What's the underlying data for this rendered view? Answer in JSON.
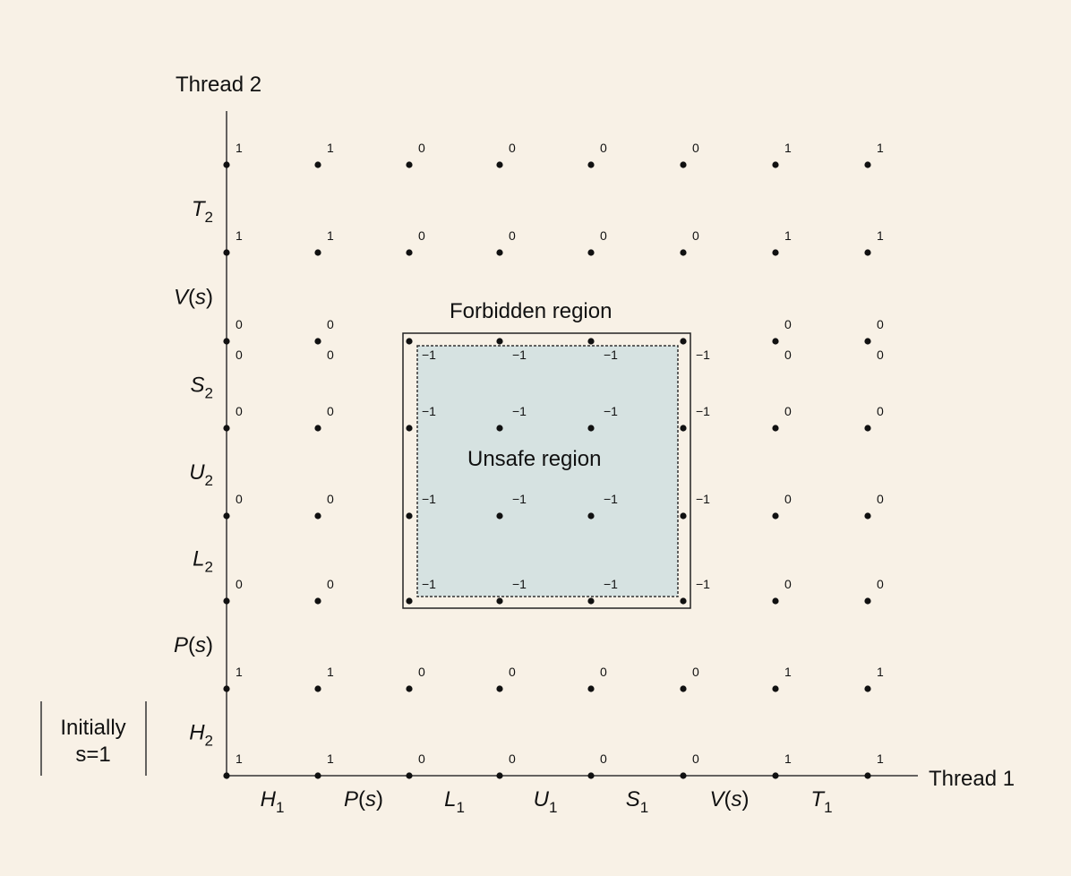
{
  "axes": {
    "x_title": "Thread 1",
    "y_title": "Thread 2",
    "x_ticks": [
      {
        "letter": "H",
        "sub": "1"
      },
      {
        "parts": [
          "P",
          "(",
          "s",
          ")"
        ]
      },
      {
        "letter": "L",
        "sub": "1"
      },
      {
        "letter": "U",
        "sub": "1"
      },
      {
        "letter": "S",
        "sub": "1"
      },
      {
        "parts": [
          "V",
          "(",
          "s",
          ")"
        ]
      },
      {
        "letter": "T",
        "sub": "1"
      }
    ],
    "y_ticks": [
      {
        "letter": "H",
        "sub": "2"
      },
      {
        "parts": [
          "P",
          "(",
          "s",
          ")"
        ]
      },
      {
        "letter": "L",
        "sub": "2"
      },
      {
        "letter": "U",
        "sub": "2"
      },
      {
        "letter": "S",
        "sub": "2"
      },
      {
        "parts": [
          "V",
          "(",
          "s",
          ")"
        ]
      },
      {
        "letter": "T",
        "sub": "2"
      }
    ]
  },
  "grid_values": [
    [
      "1",
      "1",
      "0",
      "0",
      "0",
      "0",
      "1",
      "1"
    ],
    [
      "1",
      "1",
      "0",
      "0",
      "0",
      "0",
      "1",
      "1"
    ],
    [
      "0",
      "0",
      "",
      "",
      "",
      "",
      "0",
      "0"
    ],
    [
      "0",
      "0",
      "−1",
      "−1",
      "−1",
      "−1",
      "0",
      "0"
    ],
    [
      "0",
      "0",
      "−1",
      "−1",
      "−1",
      "−1",
      "0",
      "0"
    ],
    [
      "0",
      "0",
      "−1",
      "−1",
      "−1",
      "−1",
      "0",
      "0"
    ],
    [
      "0",
      "0",
      "−1",
      "−1",
      "−1",
      "−1",
      "0",
      "0"
    ],
    [
      "1",
      "1",
      "0",
      "0",
      "0",
      "0",
      "1",
      "1"
    ],
    [
      "1",
      "1",
      "0",
      "0",
      "0",
      "0",
      "1",
      "1"
    ]
  ],
  "regions": {
    "forbidden_label": "Forbidden region",
    "unsafe_label": "Unsafe region",
    "unsafe_fill": "#d6e2e1"
  },
  "note": {
    "line1": "Initially",
    "line2": "s=1"
  },
  "colors": {
    "background": "#f8f1e6",
    "ink": "#111111"
  }
}
